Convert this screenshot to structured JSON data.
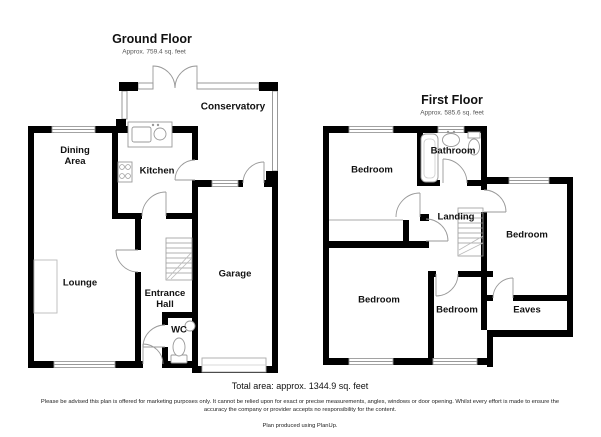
{
  "ground_floor": {
    "title": "Ground Floor",
    "area_label": "Approx. 759.4 sq. feet",
    "rooms": {
      "conservatory": "Conservatory",
      "dining_area": "Dining Area",
      "kitchen": "Kitchen",
      "lounge": "Lounge",
      "entrance_hall": "Entrance Hall",
      "wc": "WC",
      "garage": "Garage"
    }
  },
  "first_floor": {
    "title": "First Floor",
    "area_label": "Approx. 585.6 sq. feet",
    "rooms": {
      "bedroom_front": "Bedroom",
      "bathroom": "Bathroom",
      "landing": "Landing",
      "bedroom_right": "Bedroom",
      "bedroom_bottom_left": "Bedroom",
      "bedroom_bottom_middle": "Bedroom",
      "eaves": "Eaves"
    }
  },
  "footer": {
    "total_area": "Total area: approx. 1344.9 sq. feet",
    "disclaimer": "Please be advised this plan is offered for marketing purposes only. It cannot be relied upon for exact or precise measurements, angles, windows or door opening. Whilst every effort is made to ensure the accuracy the company or provider accepts no responsibility for the content.",
    "credit": "Plan produced using PlanUp."
  },
  "colors": {
    "wall": "#000000",
    "window_frame": "#999999",
    "fixture": "#999999",
    "background": "#ffffff"
  }
}
